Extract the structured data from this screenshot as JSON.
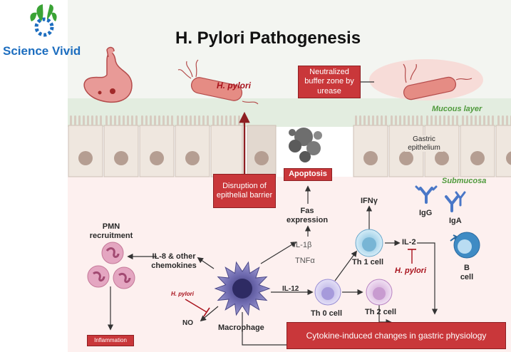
{
  "logo": {
    "text": "Science Vivid",
    "icon": "leaf-gear-icon",
    "colors": {
      "text": "#1c6dbf",
      "leaf": "#3aa335",
      "gear": "#1c6dbf"
    }
  },
  "title": "H. Pylori Pathogenesis",
  "labels": {
    "h_pylori_top": "H. pylori",
    "neutralized": "Neutralized buffer zone by urease",
    "mucous_layer": "Mucous layer",
    "gastric_epithelium": "Gastric epithelium",
    "submucosa": "Submucosa",
    "disruption": "Disruption of epithelial barrier",
    "apoptosis": "Apoptosis",
    "fas": "Fas expression",
    "il1b": "IL-1β",
    "tnfa": "TNFα",
    "ifng": "IFNγ",
    "il2": "IL-2",
    "h_pylori_il2": "H. pylori",
    "igg": "IgG",
    "iga": "IgA",
    "b_cell": "B cell",
    "th1": "Th 1 cell",
    "th0": "Th 0 cell",
    "th2": "Th 2 cell",
    "il12": "IL-12",
    "macrophage": "Macrophage",
    "il8": "IL-8 & other chemokines",
    "h_pylori_no": "H. pylori",
    "no": "NO",
    "pmn": "PMN recruitment",
    "inflammation": "Inflammation",
    "cytokine": "Cytokine-induced changes in gastric physiology"
  },
  "colors": {
    "title": "#111111",
    "red_box": "#c9373a",
    "mucous_band": "#e7f0e5",
    "submucosa_bg": "#fdf0ef",
    "epithelium_cell": "#efe7df",
    "epithelium_nucleus": "#b59e92",
    "bacterium": "#e58c84",
    "macrophage": "#7c79b8",
    "th0": "#c9c3ec",
    "th1": "#9ed2ea",
    "th2": "#e0c1e4",
    "pmn": "#e4a6c1",
    "antibody": "#4a77c7",
    "b_cell": "#3f8bc4",
    "label_green": "#4f9a3c",
    "label_red": "#a8121c"
  }
}
